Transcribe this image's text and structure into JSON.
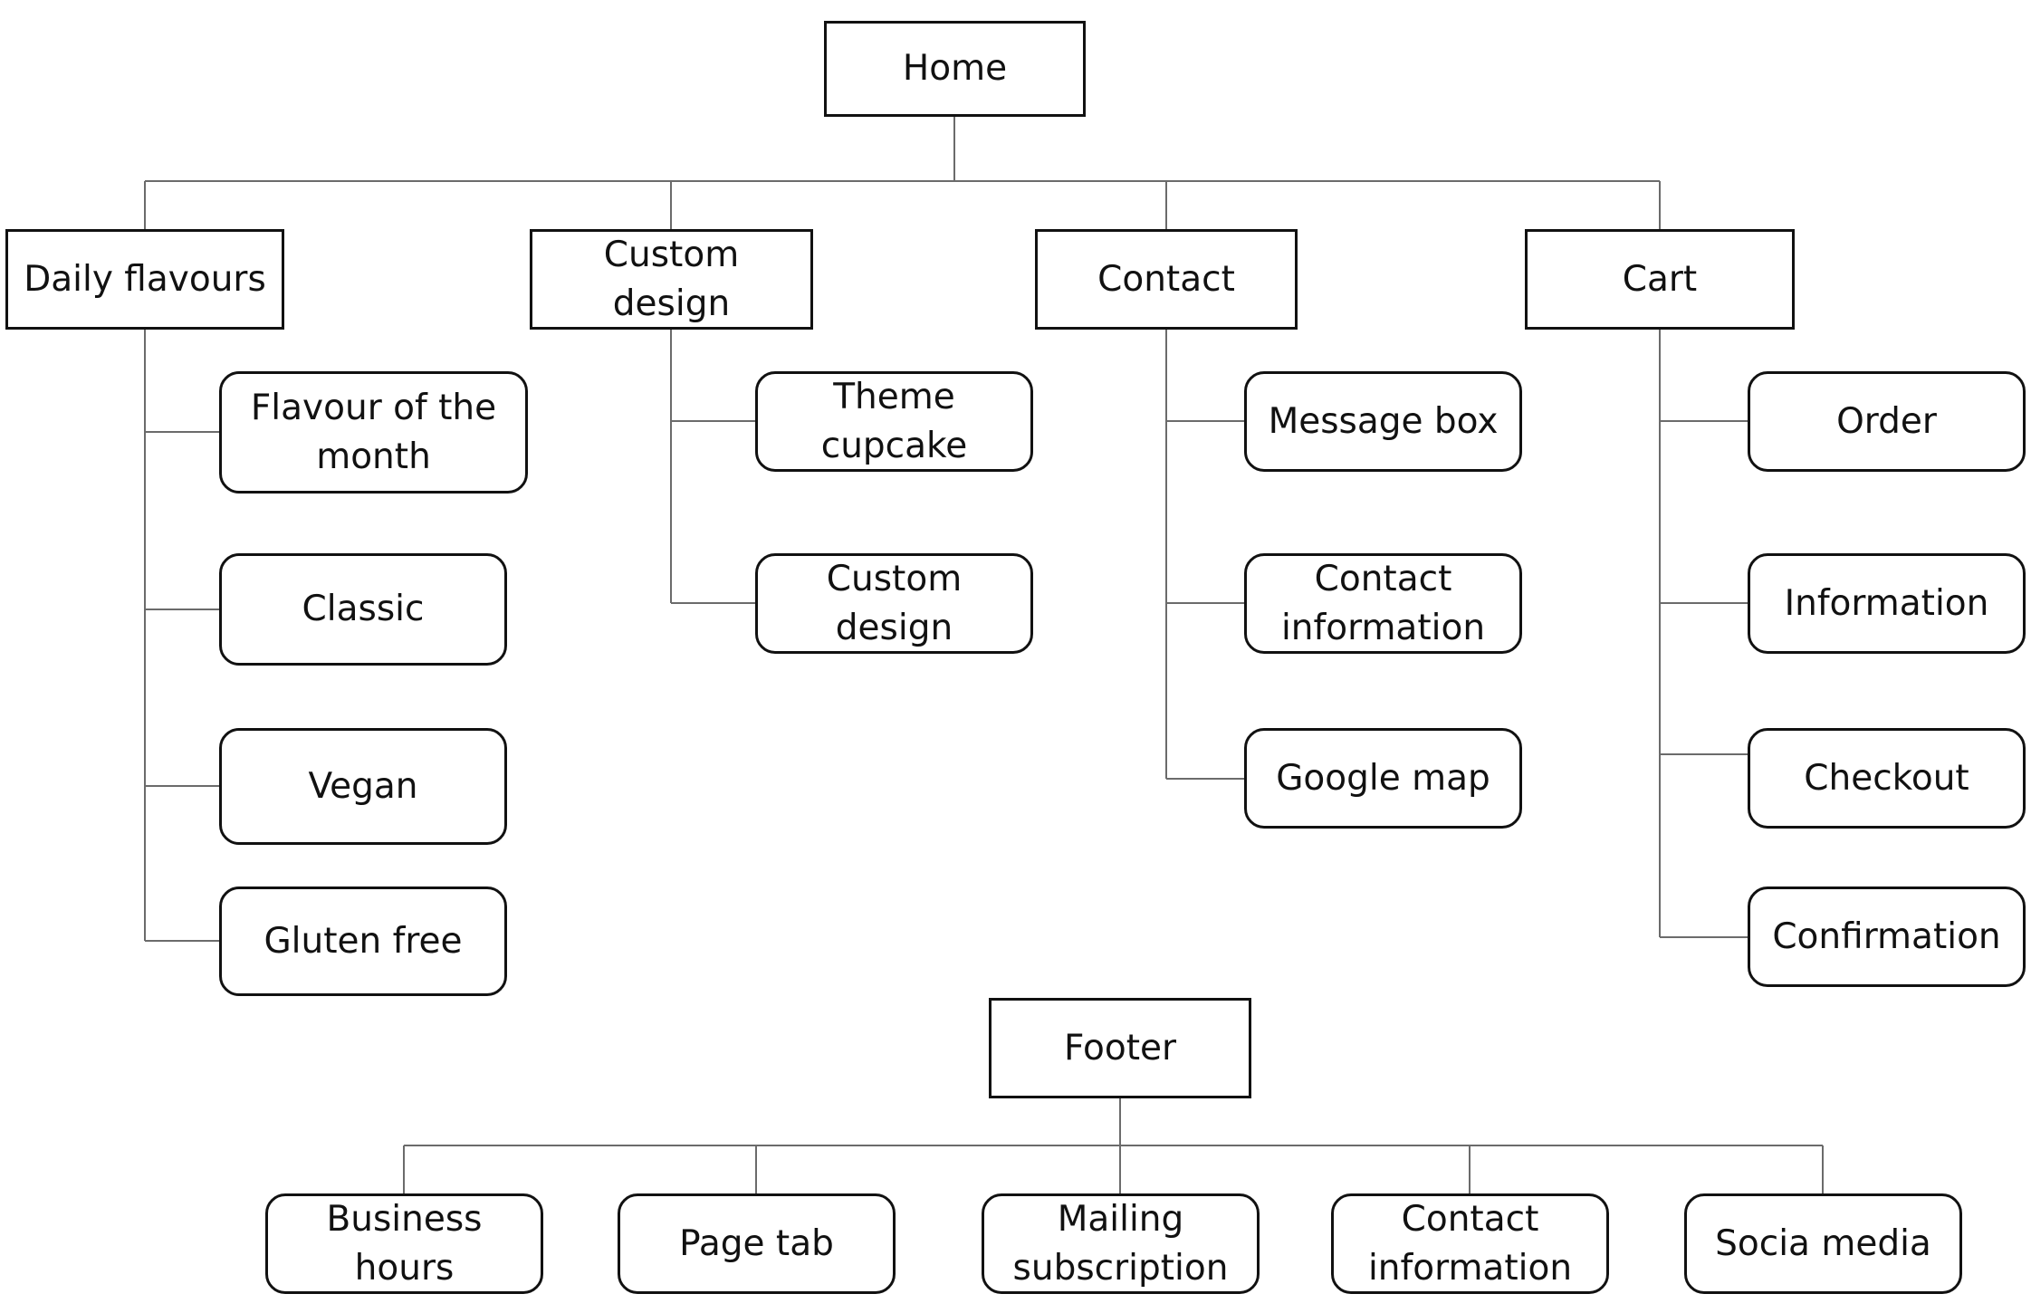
{
  "colors": {
    "line": "#6b6b6b",
    "border": "#111111",
    "text": "#111111",
    "background": "#ffffff"
  },
  "nodes": {
    "home": "Home",
    "daily_flavours": "Daily flavours",
    "custom_design": "Custom design",
    "contact": "Contact",
    "cart": "Cart",
    "footer": "Footer",
    "daily": {
      "flavour_of_month": "Flavour of the month",
      "classic": "Classic",
      "vegan": "Vegan",
      "gluten_free": "Gluten free"
    },
    "custom": {
      "theme_cupcake": "Theme cupcake",
      "custom_design": "Custom design"
    },
    "contact_children": {
      "message_box": "Message box",
      "contact_information": "Contact information",
      "google_map": "Google map"
    },
    "cart_children": {
      "order": "Order",
      "information": "Information",
      "checkout": "Checkout",
      "confirmation": "Confirmation"
    },
    "footer_children": {
      "business_hours": "Business hours",
      "page_tab": "Page tab",
      "mailing_subscription": "Mailing subscription",
      "contact_information": "Contact information",
      "socia_media": "Socia media"
    }
  }
}
